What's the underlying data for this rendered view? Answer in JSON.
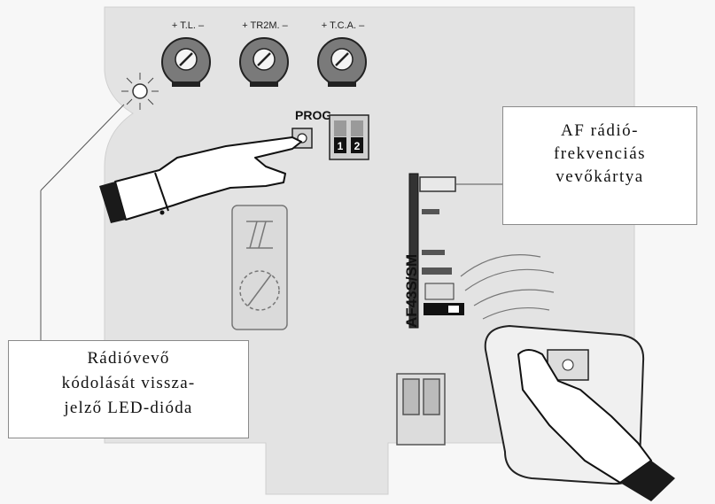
{
  "potentiometers": [
    {
      "label": "+ T.L. –"
    },
    {
      "label": "+ TR2M. –"
    },
    {
      "label": "+ T.C.A. –"
    }
  ],
  "prog_label": "PROG",
  "dip_switch": {
    "one": "1",
    "two": "2"
  },
  "receiver_model": "AF43S/SM",
  "callout_af": {
    "line1": "AF rádió-",
    "line2": "frekvenciás",
    "line3": "vevőkártya"
  },
  "callout_led": {
    "line1": "Rádióvevő",
    "line2": "kódolását vissza-",
    "line3": "jelző LED-dióda"
  },
  "colors": {
    "board": "#e3e3e3",
    "outline": "#222222",
    "pot_face": "#7a7a7a"
  }
}
